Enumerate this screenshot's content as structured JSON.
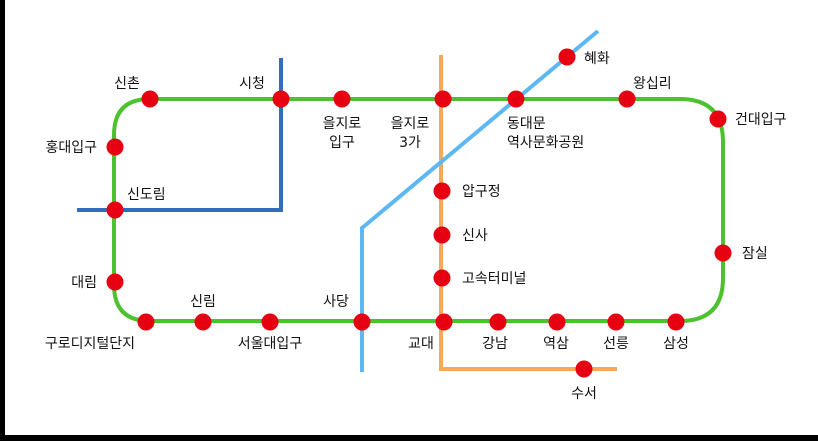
{
  "map": {
    "line_colors": {
      "line2_green": "#4CC22F",
      "line1_blue": "#2F6FBE",
      "line3_orange": "#F5A95C",
      "line4_lightblue": "#5DB8F2"
    },
    "station_color": "#E60012",
    "stations": [
      {
        "name": "sinchon",
        "label": [
          "신촌"
        ]
      },
      {
        "name": "city-hall",
        "label": [
          "시청"
        ]
      },
      {
        "name": "euljiro-1ga",
        "label": [
          "을지로",
          "입구"
        ]
      },
      {
        "name": "euljiro-3ga",
        "label": [
          "을지로",
          "3가"
        ]
      },
      {
        "name": "dongdaemun-history-culture-park",
        "label": [
          "동대문",
          "역사문화공원"
        ]
      },
      {
        "name": "wangsimni",
        "label": [
          "왕십리"
        ]
      },
      {
        "name": "konkuk-univ",
        "label": [
          "건대입구"
        ]
      },
      {
        "name": "hyehwa",
        "label": [
          "혜화"
        ]
      },
      {
        "name": "hongik-univ",
        "label": [
          "홍대입구"
        ]
      },
      {
        "name": "sindorim",
        "label": [
          "신도림"
        ]
      },
      {
        "name": "apgujeong",
        "label": [
          "압구정"
        ]
      },
      {
        "name": "sinsa",
        "label": [
          "신사"
        ]
      },
      {
        "name": "express-bus-terminal",
        "label": [
          "고속터미널"
        ]
      },
      {
        "name": "jamsil",
        "label": [
          "잠실"
        ]
      },
      {
        "name": "daerim",
        "label": [
          "대림"
        ]
      },
      {
        "name": "guro-digital-complex",
        "label": [
          "구로디지털단지"
        ]
      },
      {
        "name": "sillim",
        "label": [
          "신림"
        ]
      },
      {
        "name": "seoul-natl-univ",
        "label": [
          "서울대입구"
        ]
      },
      {
        "name": "sadang",
        "label": [
          "사당"
        ]
      },
      {
        "name": "gyodae",
        "label": [
          "교대"
        ]
      },
      {
        "name": "gangnam",
        "label": [
          "강남"
        ]
      },
      {
        "name": "yeoksam",
        "label": [
          "역삼"
        ]
      },
      {
        "name": "seolleung",
        "label": [
          "선릉"
        ]
      },
      {
        "name": "samseong",
        "label": [
          "삼성"
        ]
      },
      {
        "name": "suseo",
        "label": [
          "수서"
        ]
      }
    ]
  }
}
